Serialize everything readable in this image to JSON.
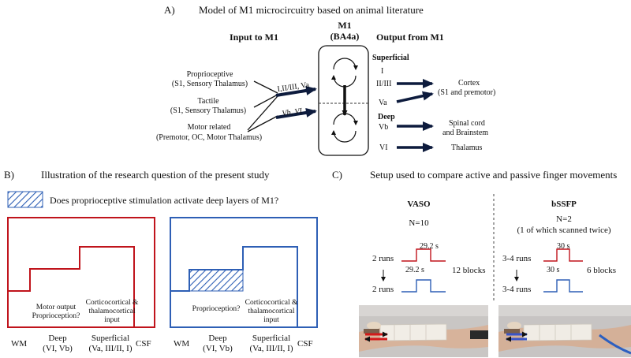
{
  "panel_a": {
    "letter": "A)",
    "title": "Model of M1 microcircuitry based on animal literature",
    "input_header": "Input to M1",
    "output_header": "Output from M1",
    "m1_title": "M1",
    "m1_subtitle": "(BA4a)",
    "inputs": [
      {
        "name": "Proprioceptive",
        "source": "(S1, Sensory Thalamus)"
      },
      {
        "name": "Tactile",
        "source": "(S1, Sensory Thalamus)"
      },
      {
        "name": "Motor related",
        "source": "(Premotor, OC, Motor Thalamus)"
      }
    ],
    "arrow_upper_label": "I,II/III, Va",
    "arrow_lower_label": "Vb, VI",
    "superficial_label": "Superficial",
    "deep_label": "Deep",
    "layers": [
      "I",
      "II/III",
      "Va",
      "Vb",
      "VI"
    ],
    "outputs": {
      "cortex": "Cortex",
      "cortex_sub": "(S1 and premotor)",
      "spinal": "Spinal cord",
      "spinal_sub": "and Brainstem",
      "thalamus": "Thalamus"
    }
  },
  "panel_b": {
    "letter": "B)",
    "title": "Illustration of the research question of the present study",
    "legend_text": "Does proprioceptive stimulation activate deep layers of M1?",
    "left_box": {
      "color": "#c0141c",
      "label_deep_1": "Motor output",
      "label_deep_2": "Proprioception?",
      "label_sup_1": "Corticocortical &",
      "label_sup_2": "thalamocortical",
      "label_sup_3": "input"
    },
    "right_box": {
      "color": "#2e5fb5",
      "label_deep_1": "Proprioception?",
      "label_sup_1": "Corticocortical &",
      "label_sup_2": "thalamocortical",
      "label_sup_3": "input"
    },
    "axis": {
      "wm": "WM",
      "deep": "Deep",
      "deep_sub": "(VI, Vb)",
      "superficial": "Superficial",
      "superficial_sub": "(Va, III/II, I)",
      "csf": "CSF"
    }
  },
  "panel_c": {
    "letter": "C)",
    "title": "Setup used to compare active and passive finger movements",
    "vaso": {
      "title": "VASO",
      "n": "N=10",
      "runs_top": "2 runs",
      "runs_bottom": "2 runs",
      "time_top": "29.2 s",
      "time_bottom": "29.2 s",
      "blocks": "12 blocks"
    },
    "bssfp": {
      "title": "bSSFP",
      "n": "N=2",
      "n_note": "(1 of which scanned twice)",
      "runs_top": "3-4 runs",
      "runs_bottom": "3-4 runs",
      "time_top": "30 s",
      "time_bottom": "30 s",
      "blocks": "6 blocks"
    },
    "colors": {
      "active": "#c0141c",
      "passive": "#2e5fb5"
    }
  }
}
